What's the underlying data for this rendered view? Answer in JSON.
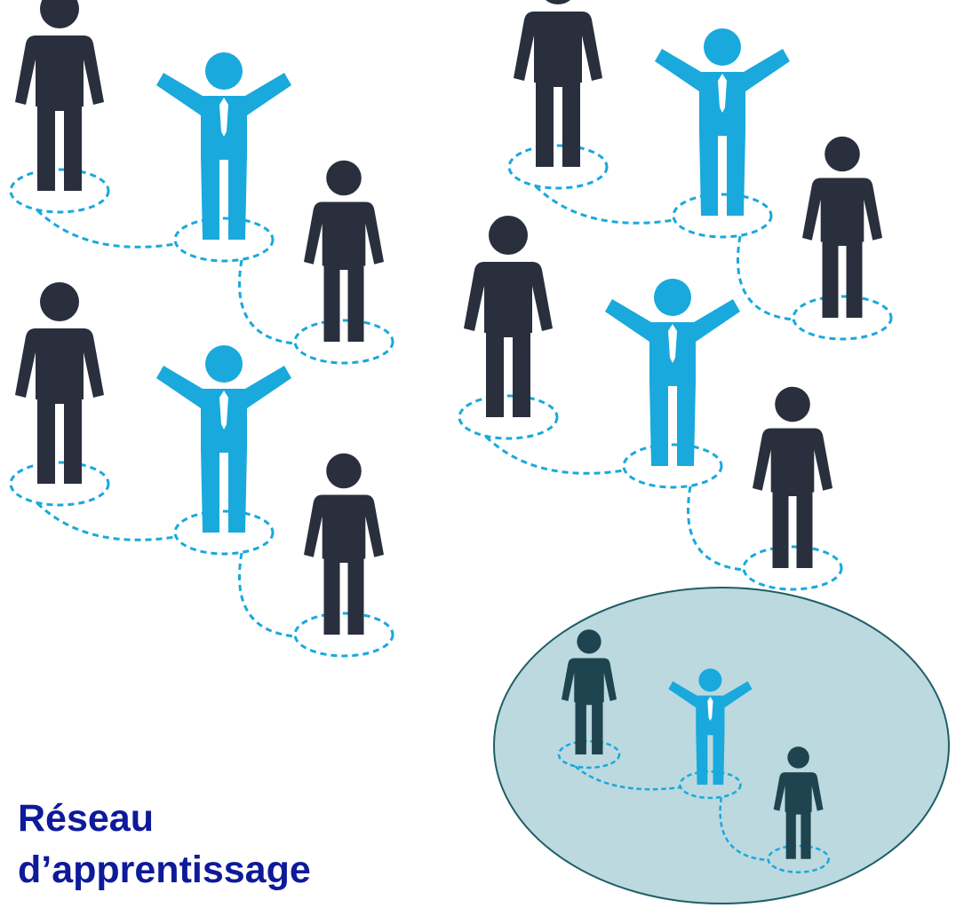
{
  "caption": {
    "line1": "Réseau",
    "line2": "d’apprentissage"
  },
  "colors": {
    "dark_person": "#2a2f3d",
    "blue_person": "#19a9dc",
    "dashed_link": "#19a9dc",
    "highlight_fill": "#bcd9df",
    "highlight_stroke": "#1e5f66",
    "highlight_dark_person": "#1e4450",
    "caption": "#0d1a9a"
  },
  "icons": {
    "member": "person-icon",
    "facilitator": "person-arms-raised-icon",
    "link": "dashed-connector-icon"
  },
  "groups_shown": 5,
  "highlighted_group": "bottom-right"
}
